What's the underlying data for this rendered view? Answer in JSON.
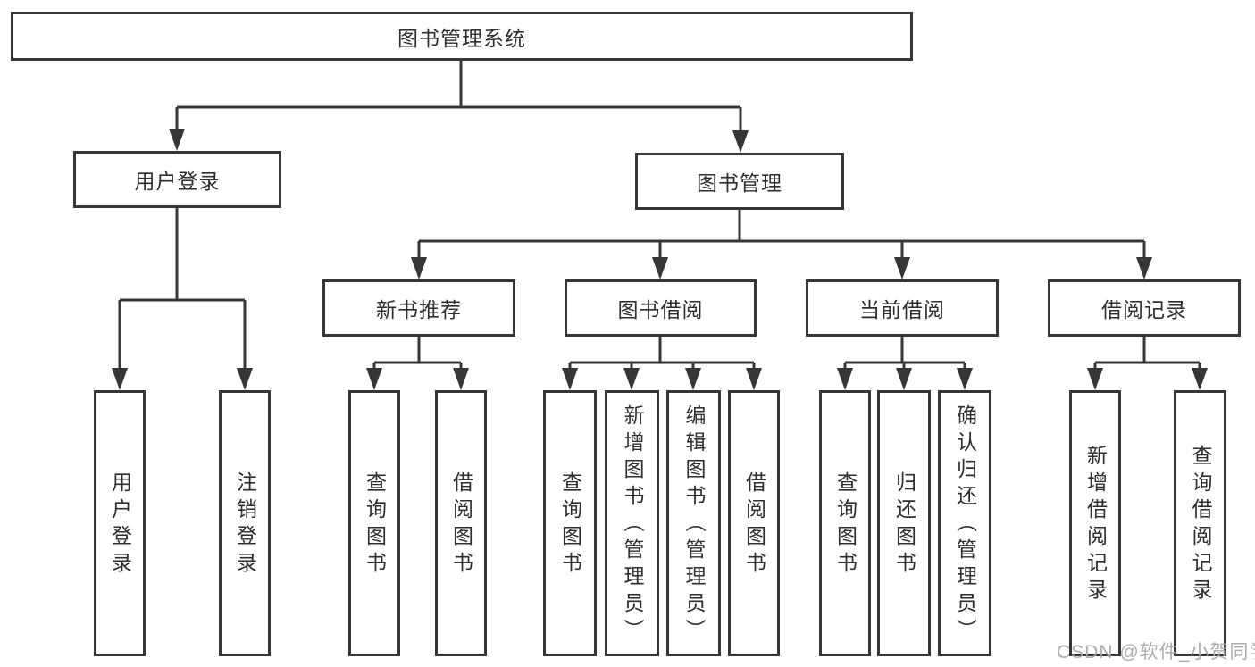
{
  "root": {
    "label": "图书管理系统"
  },
  "branches": [
    {
      "label": "用户登录",
      "children": [
        "用户登录",
        "注销登录"
      ]
    },
    {
      "label": "图书管理",
      "sections": [
        {
          "label": "新书推荐",
          "children": [
            "查询图书",
            "借阅图书"
          ]
        },
        {
          "label": "图书借阅",
          "children": [
            "查询图书",
            "新增图书（管理员）",
            "编辑图书（管理员）",
            "借阅图书"
          ]
        },
        {
          "label": "当前借阅",
          "children": [
            "查询图书",
            "归还图书",
            "确认归还（管理员）"
          ]
        },
        {
          "label": "借阅记录",
          "children": [
            "新增借阅记录",
            "查询借阅记录"
          ]
        }
      ]
    }
  ],
  "watermark": {
    "text": "CSDN @软件_小贺同学"
  },
  "colors": {
    "line": "#363636",
    "border": "#363636",
    "text": "#2e2e2e",
    "background": "#ffffff",
    "watermark": "#a5a5a5"
  }
}
